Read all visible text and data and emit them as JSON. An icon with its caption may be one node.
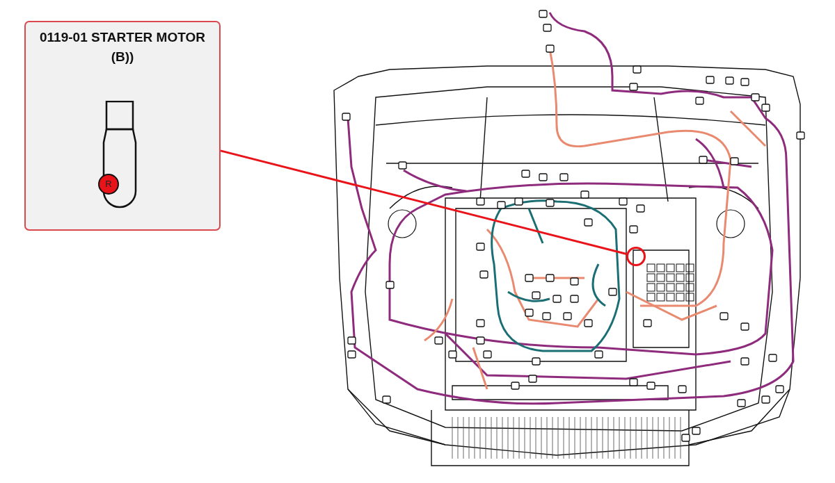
{
  "diagram": {
    "nodes": [
      {
        "text": [
          "0119-01 STARTER MOTOR (B))"
        ]
      },
      {
        "text": [
          "R"
        ],
        "in": 0
      },
      {
        "text": [],
        "shape": "circle"
      }
    ],
    "edges": [
      {
        "from": 0,
        "to": 2,
        "arrow": "none"
      }
    ]
  }
}
